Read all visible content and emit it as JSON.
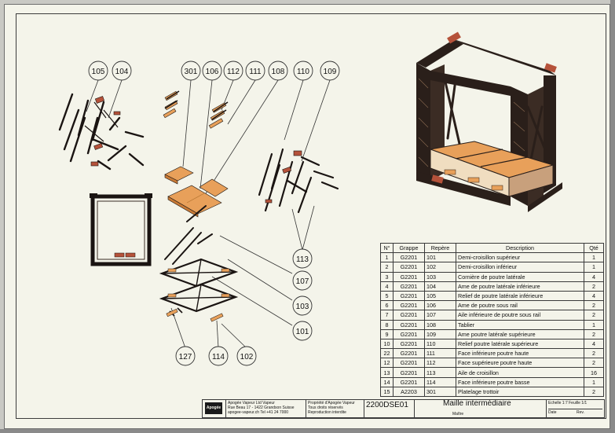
{
  "callouts": {
    "c105": "105",
    "c104": "104",
    "c301": "301",
    "c106": "106",
    "c112": "112",
    "c111": "111",
    "c108": "108",
    "c110": "110",
    "c109": "109",
    "c113": "113",
    "c107": "107",
    "c103": "103",
    "c101": "101",
    "c127": "127",
    "c114": "114",
    "c102": "102"
  },
  "bom": {
    "headers": [
      "N°",
      "Grappe",
      "Repère",
      "Description",
      "Qté"
    ],
    "rows": [
      {
        "n": "1",
        "g": "G2201",
        "r": "101",
        "d": "Demi-croisillon supérieur",
        "q": "1"
      },
      {
        "n": "2",
        "g": "G2201",
        "r": "102",
        "d": "Demi-croisillon inférieur",
        "q": "1"
      },
      {
        "n": "3",
        "g": "G2201",
        "r": "103",
        "d": "Cornière de poutre latérale",
        "q": "4"
      },
      {
        "n": "4",
        "g": "G2201",
        "r": "104",
        "d": "Ame de poutre latérale inférieure",
        "q": "2"
      },
      {
        "n": "5",
        "g": "G2201",
        "r": "105",
        "d": "Relief de poutre latérale inférieure",
        "q": "4"
      },
      {
        "n": "6",
        "g": "G2201",
        "r": "106",
        "d": "Ame de poutre sous rail",
        "q": "2"
      },
      {
        "n": "7",
        "g": "G2201",
        "r": "107",
        "d": "Aile inférieure de poutre sous rail",
        "q": "2"
      },
      {
        "n": "8",
        "g": "G2201",
        "r": "108",
        "d": "Tablier",
        "q": "1"
      },
      {
        "n": "9",
        "g": "G2201",
        "r": "109",
        "d": "Ame poutre latérale supérieure",
        "q": "2"
      },
      {
        "n": "10",
        "g": "G2201",
        "r": "110",
        "d": "Relief poutre latérale supérieure",
        "q": "4"
      },
      {
        "n": "22",
        "g": "G2201",
        "r": "111",
        "d": "Face inférieure poutre haute",
        "q": "2"
      },
      {
        "n": "12",
        "g": "G2201",
        "r": "112",
        "d": "Face supérieure poutre haute",
        "q": "2"
      },
      {
        "n": "13",
        "g": "G2201",
        "r": "113",
        "d": "Aile de croisillon",
        "q": "16"
      },
      {
        "n": "14",
        "g": "G2201",
        "r": "114",
        "d": "Face inférieure poutre basse",
        "q": "1"
      },
      {
        "n": "15",
        "g": "A2203",
        "r": "301",
        "d": "Platelage trottoir",
        "q": "2"
      }
    ]
  },
  "titleblock": {
    "logo": "Apogée",
    "company_line1": "Apogée Vapeur Ltd Vapeur",
    "company_line2": "Rue Beau 17 - 1422 Grandson Suisse",
    "company_line3": "apogee-vapeur.ch Tel +41 24 7000",
    "rights_line1": "Propriété d'Apogée Vapeur",
    "rights_line2": "Tous droits réservés",
    "rights_line3": "Reproduction interdite",
    "code": "2200DSE01",
    "title": "Maille intermédiaire",
    "subtitle": "Maître",
    "sheet_label": "Echelle 1:7   Feuille 1/1",
    "date_label": "Date",
    "rev_label": "Rev."
  },
  "colors": {
    "paper": "#f4f4ea",
    "steel": "#2a1f1a",
    "wood": "#e8a05a",
    "wood_dark": "#c87a36",
    "rust": "#b5523a",
    "line": "#222222"
  }
}
